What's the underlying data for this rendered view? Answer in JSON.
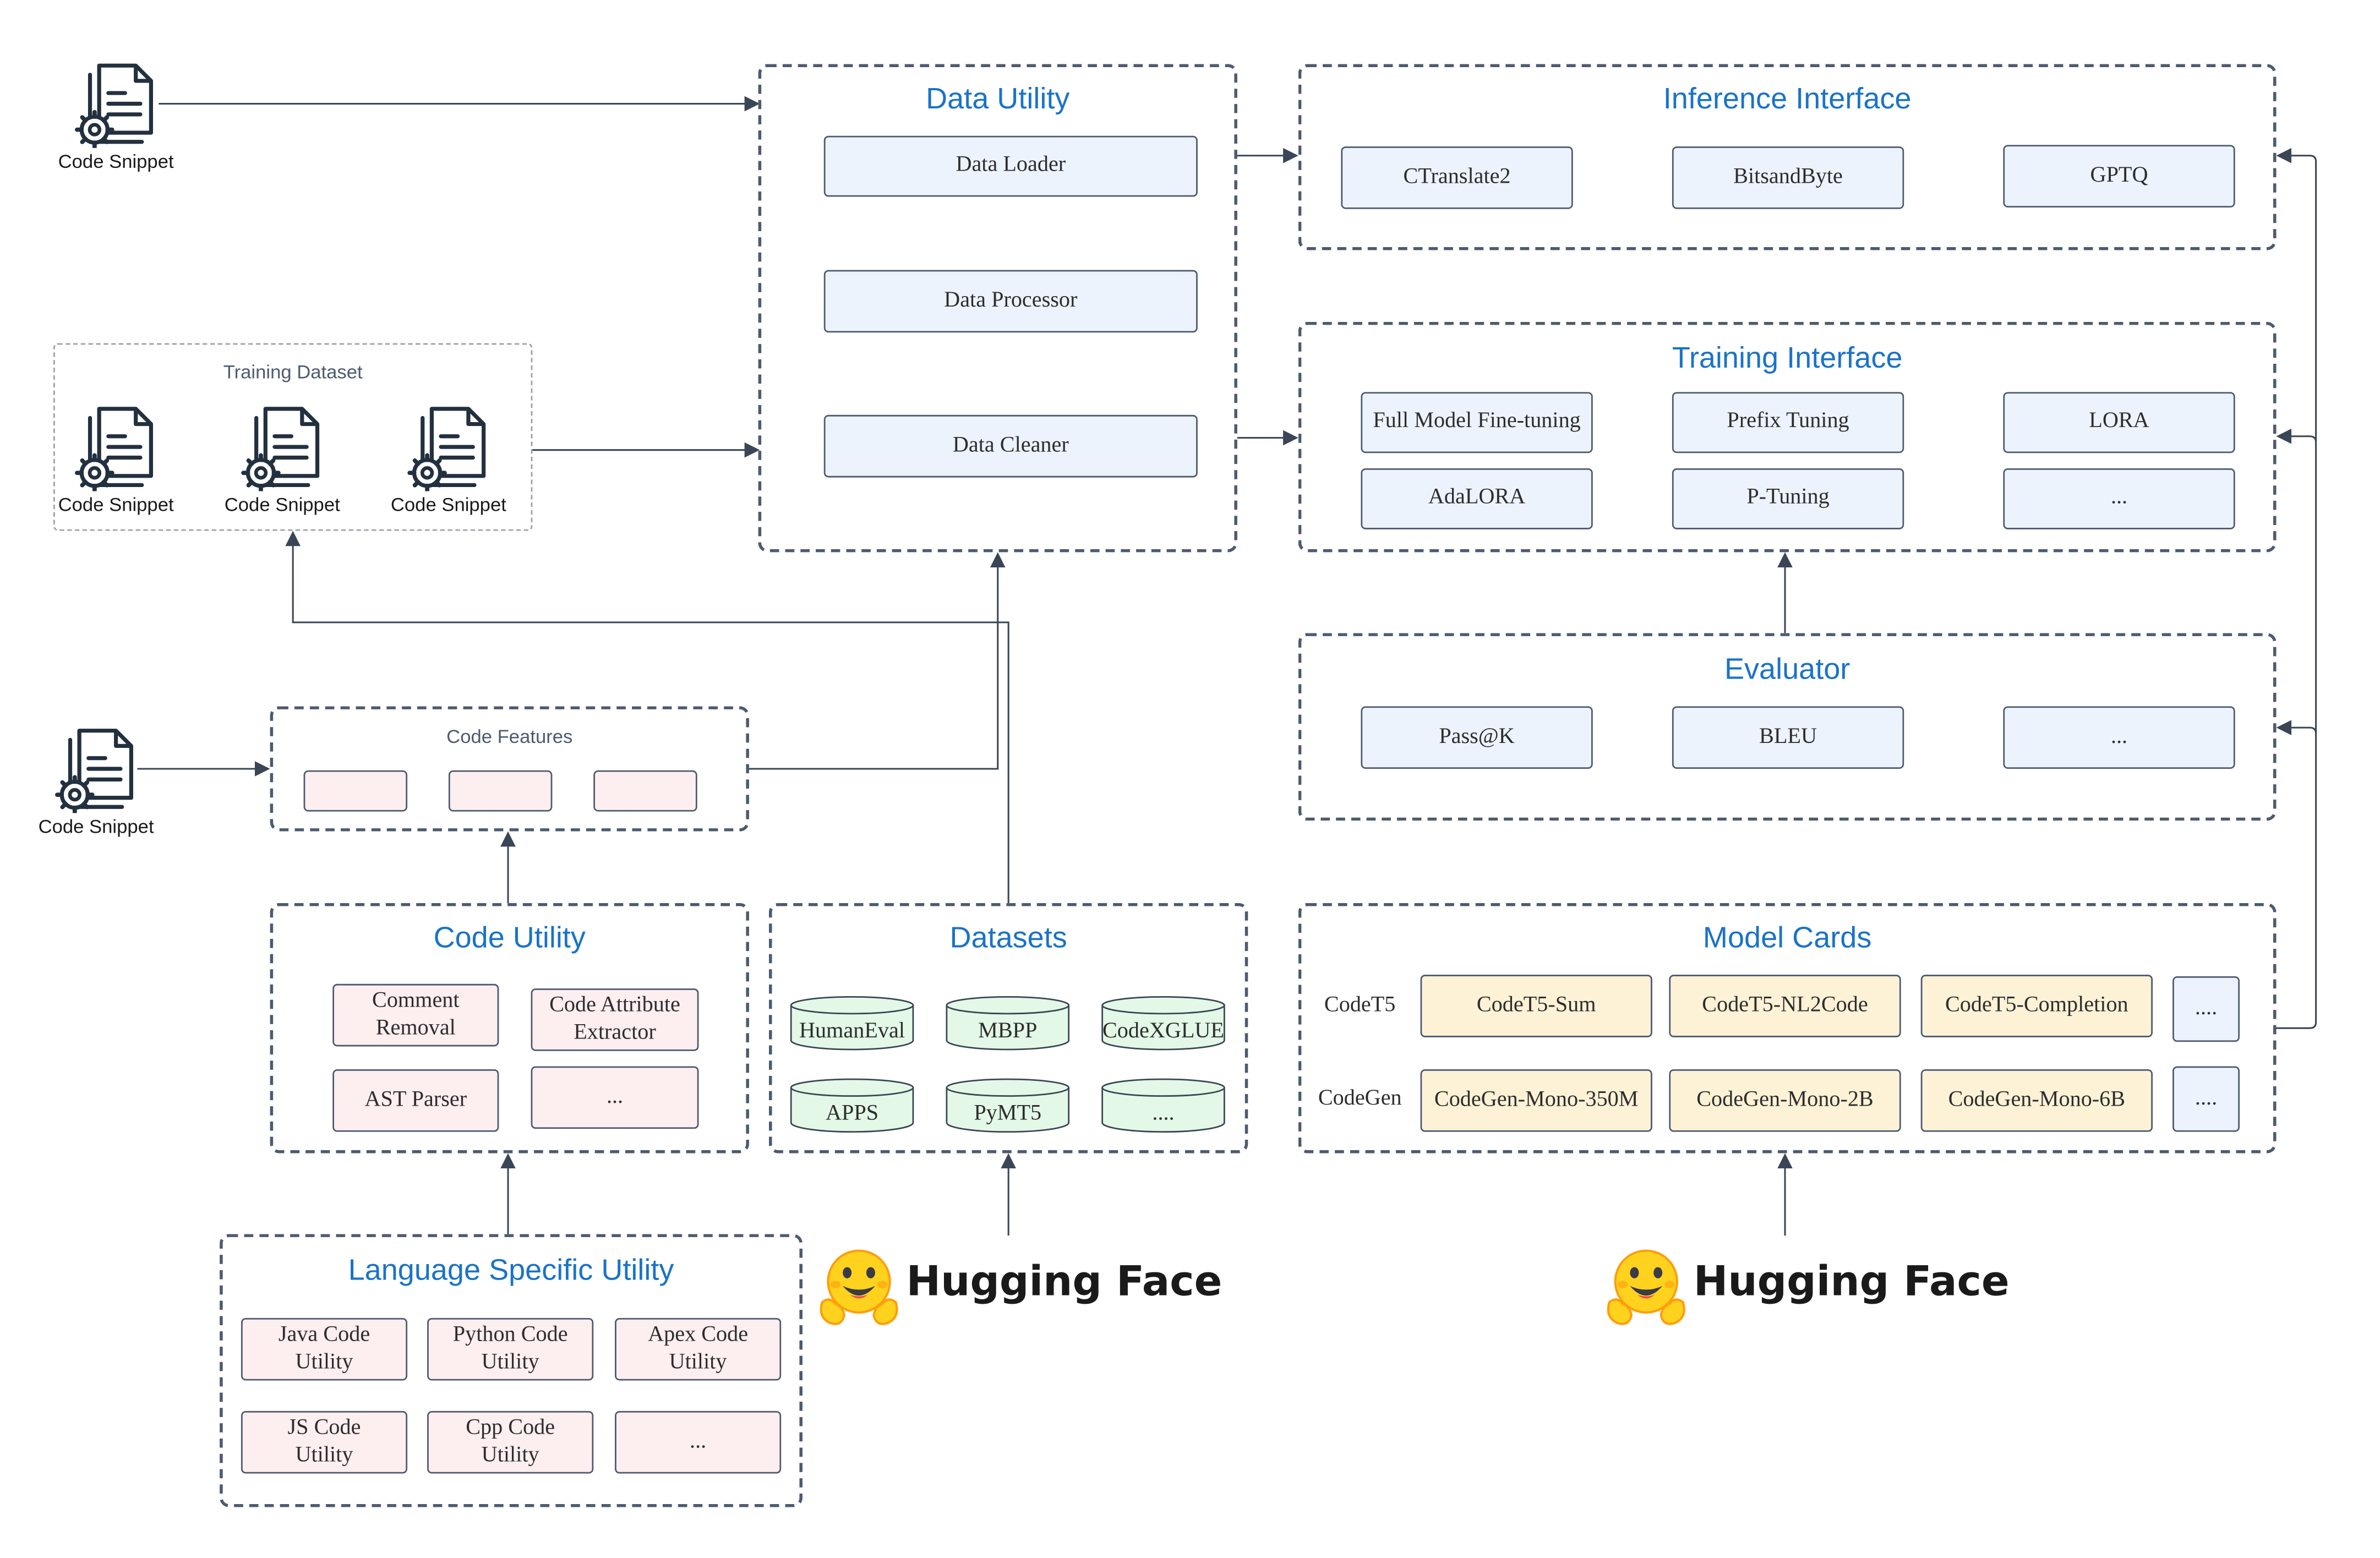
{
  "snippet_label": "Code Snippet",
  "groups": {
    "data_utility": {
      "title": "Data Utility",
      "items": [
        "Data Loader",
        "Data Processor",
        "Data Cleaner"
      ]
    },
    "inference_interface": {
      "title": "Inference Interface",
      "items": [
        "CTranslate2",
        "BitsandByte",
        "GPTQ"
      ]
    },
    "training_interface": {
      "title": "Training Interface",
      "items": [
        "Full Model Fine-tuning",
        "Prefix Tuning",
        "LORA",
        "AdaLORA",
        "P-Tuning",
        "..."
      ]
    },
    "evaluator": {
      "title": "Evaluator",
      "items": [
        "Pass@K",
        "BLEU",
        "..."
      ]
    },
    "training_dataset": {
      "title": "Training Dataset"
    },
    "code_features": {
      "title": "Code Features"
    },
    "code_utility": {
      "title": "Code Utility",
      "items": [
        "Comment\nRemoval",
        "Code Attribute\nExtractor",
        "AST Parser",
        "..."
      ]
    },
    "datasets": {
      "title": "Datasets",
      "items": [
        "HumanEval",
        "MBPP",
        "CodeXGLUE",
        "APPS",
        "PyMT5",
        "...."
      ]
    },
    "model_cards": {
      "title": "Model Cards",
      "row_labels": [
        "CodeT5",
        "CodeGen"
      ],
      "codet5_items": [
        "CodeT5-Sum",
        "CodeT5-NL2Code",
        "CodeT5-Completion",
        "...."
      ],
      "codegen_items": [
        "CodeGen-Mono-350M",
        "CodeGen-Mono-2B",
        "CodeGen-Mono-6B",
        "...."
      ]
    },
    "language_specific_utility": {
      "title": "Language Specific Utility",
      "items": [
        "Java Code\nUtility",
        "Python Code\nUtility",
        "Apex Code\nUtility",
        "JS Code\nUtility",
        "Cpp Code\nUtility",
        "..."
      ]
    }
  },
  "hugging_face_label": "Hugging Face",
  "colors": {
    "title_blue": "#1a73c8",
    "border": "#4d5a70",
    "blue_fill": "#edf3fd",
    "pink_fill": "#fdeef0",
    "yellow_fill": "#fdf2d6",
    "green_fill": "#e3f8e6",
    "hf_yellow": "#ffd21e"
  }
}
